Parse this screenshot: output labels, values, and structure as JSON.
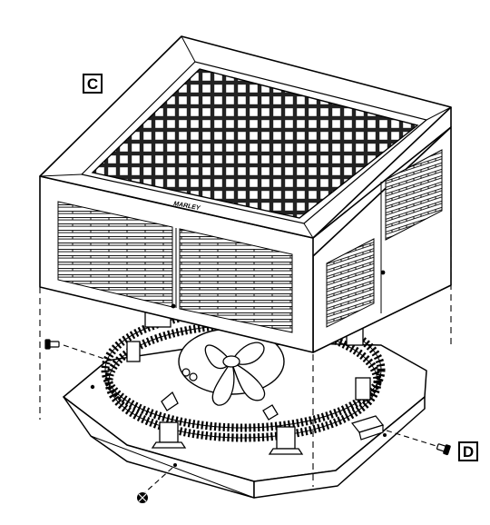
{
  "callouts": {
    "c": "C",
    "d": "D"
  },
  "brand_mark": "MARLEY",
  "colors": {
    "line": "#000000",
    "background": "#ffffff"
  }
}
